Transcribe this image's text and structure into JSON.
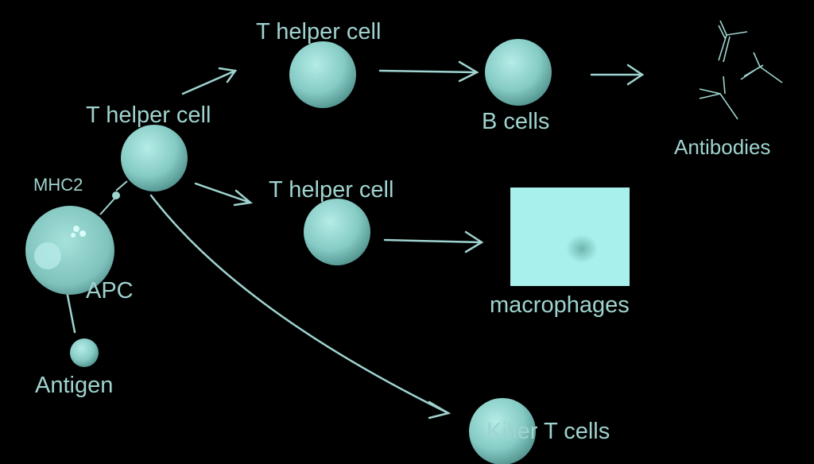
{
  "labels": {
    "t_helper_top": "T helper cell",
    "t_helper_left": "T helper cell",
    "t_helper_mid": "T helper cell",
    "b_cells": "B cells",
    "antibodies": "Antibodies",
    "mhc2": "MHC2",
    "apc": "APC",
    "antigen": "Antigen",
    "macrophages": "macrophages",
    "killer_t_cells": "Killer T cells"
  },
  "colors": {
    "background": "#000000",
    "cell": "#8ad1cb",
    "text": "#9fd3cf",
    "arrow": "#9fd3cf",
    "macrophage_box": "#a7f0ec"
  }
}
